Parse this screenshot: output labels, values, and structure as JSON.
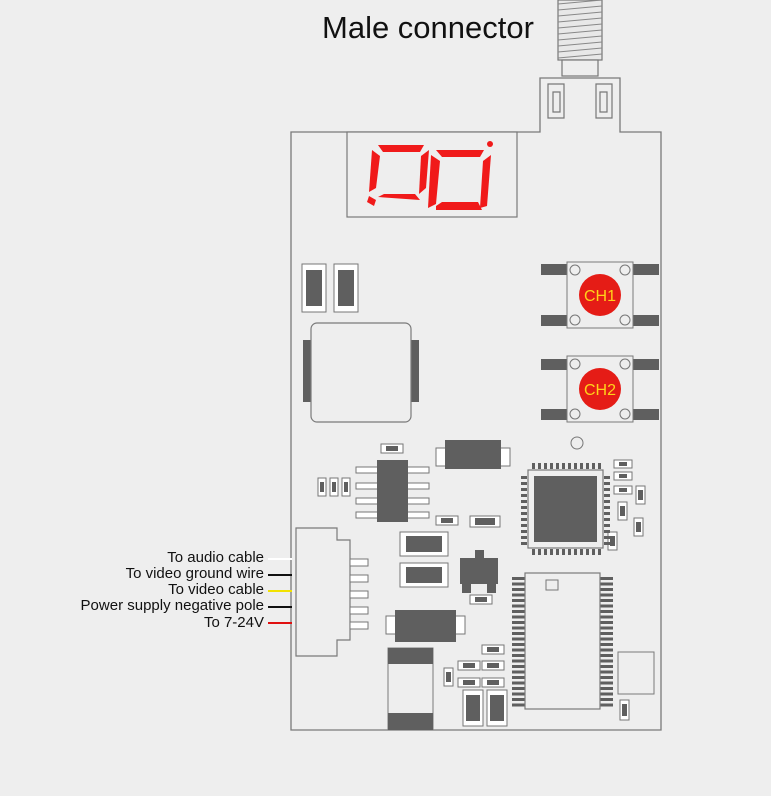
{
  "title": "Male connector",
  "wire_labels": [
    {
      "text": "To audio cable",
      "color": "#ffffff"
    },
    {
      "text": "To video ground wire",
      "color": "#111111"
    },
    {
      "text": "To video cable",
      "color": "#f2e200"
    },
    {
      "text": "Power supply negative pole",
      "color": "#111111"
    },
    {
      "text": "To 7-24V",
      "color": "#e01010"
    }
  ],
  "buttons": {
    "ch1": "CH1",
    "ch2": "CH2"
  },
  "colors": {
    "board": "#eeeeee",
    "outline": "#7a7a7a",
    "component": "#5f5f5f",
    "segment": "#f01a1a",
    "button": "#e51c16"
  }
}
